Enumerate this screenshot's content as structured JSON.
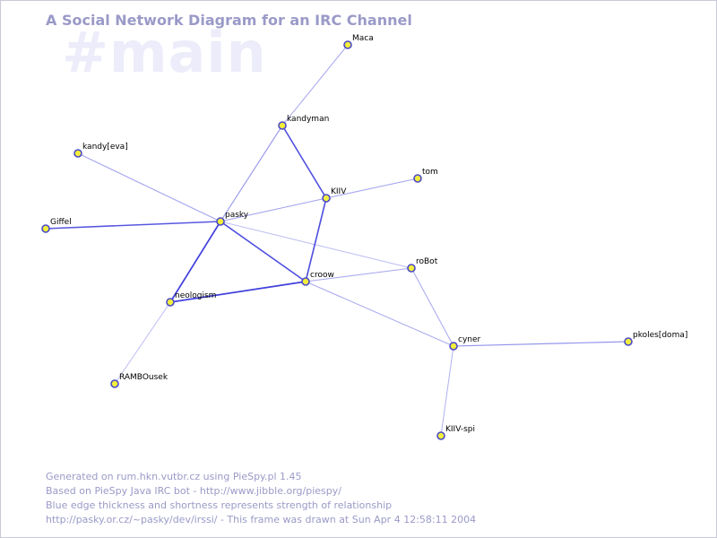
{
  "title": "A Social Network Diagram for an IRC Channel",
  "channel": "#main",
  "colors": {
    "edge": "#2b2bd9",
    "node_fill": "#f2ee3c",
    "node_stroke": "#4a4ac8",
    "text_muted": "#9a9ac8",
    "watermark": "#ececfa"
  },
  "graph": {
    "nodes": [
      {
        "id": "maca",
        "label": "Maca"
      },
      {
        "id": "kandyman",
        "label": "kandyman"
      },
      {
        "id": "kandy-eva",
        "label": "kandy[eva]"
      },
      {
        "id": "tom",
        "label": "tom"
      },
      {
        "id": "kiiv",
        "label": "KIIV"
      },
      {
        "id": "giffel",
        "label": "Giffel"
      },
      {
        "id": "pasky",
        "label": "pasky"
      },
      {
        "id": "robot",
        "label": "roBot"
      },
      {
        "id": "croow",
        "label": "croow"
      },
      {
        "id": "neologism",
        "label": "neologism"
      },
      {
        "id": "cyner",
        "label": "cyner"
      },
      {
        "id": "pkoles-doma",
        "label": "pkoles[doma]"
      },
      {
        "id": "rambousek",
        "label": "RAMBOusek"
      },
      {
        "id": "kiiv-spi",
        "label": "KIIV-spi"
      }
    ],
    "edges": [
      {
        "source": "maca",
        "target": "kandyman",
        "strength": 0.3
      },
      {
        "source": "kandyman",
        "target": "pasky",
        "strength": 0.4
      },
      {
        "source": "kandyman",
        "target": "kiiv",
        "strength": 0.9
      },
      {
        "source": "kandy-eva",
        "target": "pasky",
        "strength": 0.35
      },
      {
        "source": "tom",
        "target": "kiiv",
        "strength": 0.35
      },
      {
        "source": "kiiv",
        "target": "pasky",
        "strength": 0.35
      },
      {
        "source": "kiiv",
        "target": "croow",
        "strength": 0.9
      },
      {
        "source": "giffel",
        "target": "pasky",
        "strength": 0.85
      },
      {
        "source": "pasky",
        "target": "croow",
        "strength": 0.9
      },
      {
        "source": "pasky",
        "target": "neologism",
        "strength": 1.0
      },
      {
        "source": "pasky",
        "target": "robot",
        "strength": 0.2
      },
      {
        "source": "neologism",
        "target": "croow",
        "strength": 1.0
      },
      {
        "source": "croow",
        "target": "robot",
        "strength": 0.3
      },
      {
        "source": "croow",
        "target": "cyner",
        "strength": 0.3
      },
      {
        "source": "robot",
        "target": "cyner",
        "strength": 0.3
      },
      {
        "source": "cyner",
        "target": "pkoles-doma",
        "strength": 0.45
      },
      {
        "source": "cyner",
        "target": "kiiv-spi",
        "strength": 0.25
      },
      {
        "source": "neologism",
        "target": "rambousek",
        "strength": 0.2
      }
    ]
  },
  "footer": {
    "line1": "Generated on rum.hkn.vutbr.cz using PieSpy.pl 1.45",
    "line2": "Based on PieSpy Java IRC bot - http://www.jibble.org/piespy/",
    "line3": "Blue edge thickness and shortness represents strength of relationship",
    "line4": "http://pasky.or.cz/~pasky/dev/irssi/ - This frame was drawn at Sun Apr  4 12:58:11 2004"
  }
}
